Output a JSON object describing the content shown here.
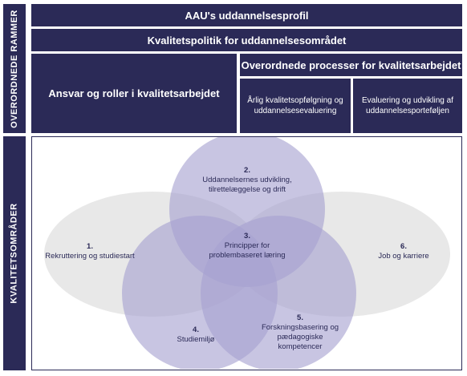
{
  "side_labels": {
    "top": "OVERORDNEDE RAMMER",
    "bottom": "KVALITETSOMRÅDER"
  },
  "frames": {
    "profile": "AAU's uddannelsesprofil",
    "policy": "Kvalitetspolitik for uddannelsesområdet",
    "roles": "Ansvar og roller i kvalitetsarbejdet",
    "processes": "Overordnede processer for kvalitetsarbejdet",
    "annual": "Årlig kvalitetsopfølgning og uddannelsesevaluering",
    "portfolio": "Evaluering og udvikling af uddannelsesporteføljen"
  },
  "areas": [
    {
      "num": "1.",
      "label": "Rekruttering og studiestart"
    },
    {
      "num": "2.",
      "label": "Uddannelsernes udvikling, tilrettelæggelse og drift"
    },
    {
      "num": "3.",
      "label": "Principper for problembaseret læring"
    },
    {
      "num": "4.",
      "label": "Studiemiljø"
    },
    {
      "num": "5.",
      "label": "Forskningsbasering og pædagogiske kompetencer"
    },
    {
      "num": "6.",
      "label": "Job og karriere"
    }
  ],
  "colors": {
    "navy": "#2b2a57",
    "gray_ellipse": "#e8e8e8",
    "purple_circle": "#a6a2d0"
  }
}
